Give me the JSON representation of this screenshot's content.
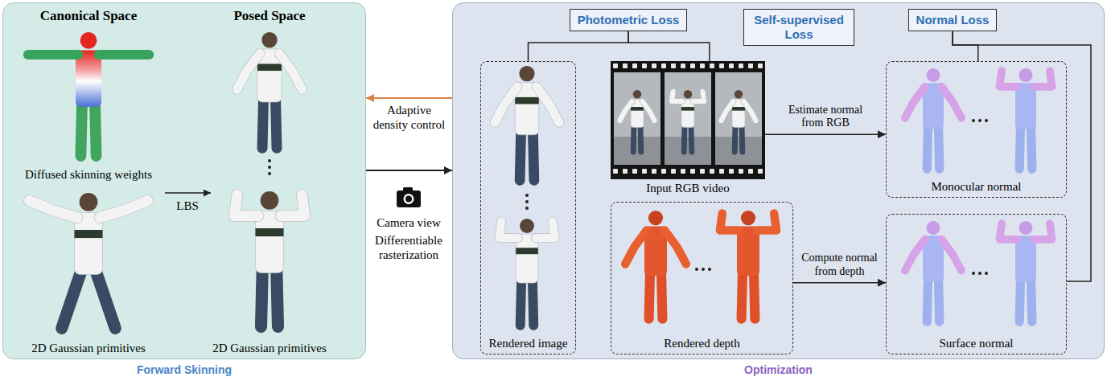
{
  "diagram": {
    "nodes": [
      {
        "text": [
          "Forward Skinning"
        ]
      },
      {
        "text": [
          "Optimization"
        ]
      },
      {
        "text": [
          "Photometric Loss"
        ],
        "in": 1
      },
      {
        "text": [
          "Self-supervised Loss"
        ],
        "in": 1
      },
      {
        "text": [
          "Normal Loss"
        ],
        "in": 1
      },
      {
        "text": [
          "Rendered image"
        ],
        "in": 1
      },
      {
        "text": [
          "Input RGB video"
        ],
        "in": 1
      },
      {
        "text": [
          "Rendered depth"
        ],
        "in": 1
      },
      {
        "text": [
          "Monocular normal"
        ],
        "in": 1
      },
      {
        "text": [
          "Surface normal"
        ],
        "in": 1
      }
    ],
    "edges": [
      {
        "from": 1,
        "to": 0,
        "arrow": "to",
        "label": "Adaptive density control"
      },
      {
        "from": 0,
        "to": 1,
        "arrow": "to"
      },
      {
        "from": 2,
        "to": 5,
        "arrow": "none"
      },
      {
        "from": 2,
        "to": 6,
        "arrow": "none"
      },
      {
        "from": 6,
        "to": 8,
        "arrow": "to",
        "label": "Estimate normal from RGB"
      },
      {
        "from": 7,
        "to": 9,
        "arrow": "to",
        "label": "Compute normal from depth"
      },
      {
        "from": 4,
        "to": 8,
        "arrow": "none"
      },
      {
        "from": 4,
        "to": 9,
        "arrow": "none"
      }
    ],
    "labels": [
      "Canonical Space",
      "Posed Space",
      "Diffused skinning weights",
      "LBS",
      "2D Gaussian primitives",
      "2D Gaussian primitives",
      "Camera view",
      "Differentiable rasterization"
    ]
  }
}
